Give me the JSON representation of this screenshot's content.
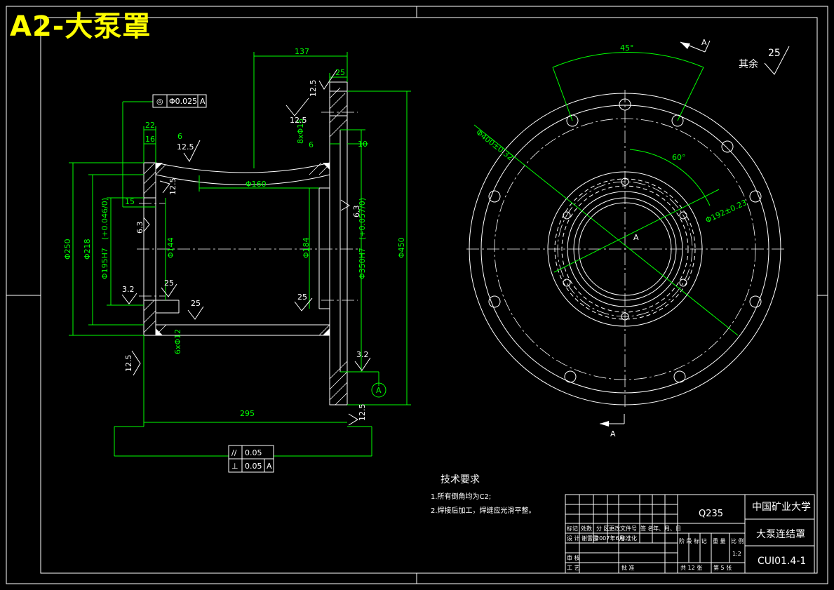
{
  "sheet_title": "A2-大泵罩",
  "section_view": {
    "dimensions": {
      "top_length": "137",
      "wall_thickness": "25",
      "flange_inner": "10",
      "left_22": "22",
      "left_16": "16",
      "left_15": "15",
      "bore_160": "Φ160",
      "dia_250": "Φ250",
      "dia_218": "Φ218",
      "dia_195h": "Φ195H7",
      "dia_195h_tol": "(+0.046/0)",
      "dia_144": "Φ144",
      "dia_184": "Φ184",
      "dia_350h": "Φ350H7",
      "dia_350h_tol": "(+0.057/0)",
      "dia_450": "Φ450",
      "length_295": "295",
      "holes_8x15": "8xΦ15",
      "holes_6x12": "6xΦ12"
    },
    "roughness": {
      "r_12_5": "12.5",
      "r_6_3": "6.3",
      "r_3_2": "3.2",
      "r_25": "25"
    },
    "fillet_6": "6",
    "gdt_concentricity": {
      "symbol": "◎",
      "value": "Φ0.025",
      "datum": "A"
    },
    "gdt_parallel": {
      "symbol": "//",
      "value": "0.05"
    },
    "gdt_perpendicular": {
      "symbol": "⊥",
      "value": "0.05",
      "datum": "A"
    },
    "datum_label": "A"
  },
  "end_view": {
    "angle_45": "45°",
    "angle_60": "60°",
    "pcd_400": "Φ400±0.32",
    "pcd_192": "Φ192±0.23",
    "section_mark": "A",
    "center_label": "A"
  },
  "others_roughness": {
    "label": "其余",
    "value": "25"
  },
  "tech_requirements": {
    "heading": "技术要求",
    "items": [
      "1.所有倒角均为C2;",
      "2.焊接后加工，焊缝应光滑平整。"
    ]
  },
  "title_block": {
    "material": "Q235",
    "school": "中国矿业大学",
    "part_name": "大泵连结罩",
    "drawing_no": "CUI01.4-1",
    "scale": "1:2",
    "sheets_total": "共 12 张",
    "sheet_no": "第 5 张",
    "header_row": [
      "标记",
      "处数",
      "分 区",
      "更改文件号",
      "签 名",
      "年、月、日"
    ],
    "design_label": "设 计",
    "designer": "谢雷雷",
    "date": "2007年6月",
    "standard_label": "标准化",
    "review_label": "审 核",
    "process_label": "工 艺",
    "approve_label": "批 准",
    "stage_label": "阶 段 标 记",
    "weight_label": "重 量",
    "scale_label": "比 例"
  }
}
